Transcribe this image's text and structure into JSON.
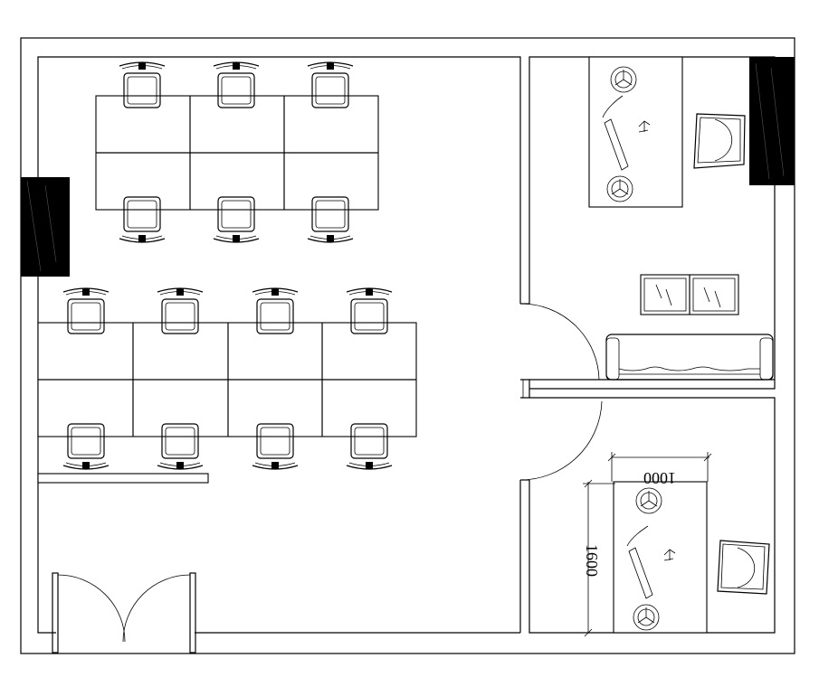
{
  "plan": {
    "title": "",
    "dimensions": {
      "desk_width": "1000",
      "desk_length": "1600"
    },
    "open_office": {
      "desk_clusters": [
        {
          "name": "upper-cluster",
          "columns": 3,
          "rows": 2,
          "chairs": 6
        },
        {
          "name": "lower-cluster",
          "columns": 4,
          "rows": 2,
          "chairs": 8
        }
      ]
    },
    "rooms": [
      "open-office",
      "manager-office-upper",
      "manager-office-lower"
    ],
    "colors": {
      "lines": "#000000",
      "background": "#ffffff",
      "window_fill": "#000000"
    }
  }
}
